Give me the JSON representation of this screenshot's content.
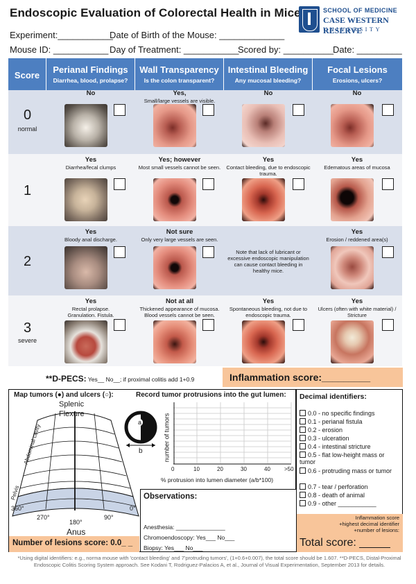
{
  "header": {
    "title": "Endoscopic Evaluation of Colorectal Health in Mice*",
    "logo_school": "SCHOOL OF MEDICINE",
    "logo_name": "CASE WESTERN RESERVE",
    "logo_univ": "UNIVERSITY"
  },
  "fields": {
    "experiment": "Experiment:___________",
    "dob": "Date of Birth of the Mouse: _____________",
    "mouse_id": "Mouse ID: ___________",
    "day": "Day of Treatment: ___________",
    "scored_by": "Scored by: __________",
    "date": "Date: _________"
  },
  "grid": {
    "score_header": "Score",
    "columns": [
      {
        "title": "Perianal Findings",
        "sub": "Diarrhea, blood, prolapse?"
      },
      {
        "title": "Wall Transparency",
        "sub": "Is the colon transparent?"
      },
      {
        "title": "Intestinal Bleeding",
        "sub": "Any mucosal bleeding?"
      },
      {
        "title": "Focal Lesions",
        "sub": "Erosions, ulcers?"
      }
    ],
    "rows": [
      {
        "score": "0",
        "label": "normal",
        "cells": [
          {
            "head": "No",
            "desc": ""
          },
          {
            "head": "Yes,",
            "desc": "Small/large vessels are visible."
          },
          {
            "head": "No",
            "desc": ""
          },
          {
            "head": "No",
            "desc": ""
          }
        ]
      },
      {
        "score": "1",
        "label": "",
        "cells": [
          {
            "head": "Yes",
            "desc": "Diarrhea/fecal clumps"
          },
          {
            "head": "Yes; however",
            "desc": "Most small vessels cannot be seen."
          },
          {
            "head": "Yes",
            "desc": "Contact bleeding, due to endoscopic trauma."
          },
          {
            "head": "Yes",
            "desc": "Edematous areas of mucosa"
          }
        ]
      },
      {
        "score": "2",
        "label": "",
        "cells": [
          {
            "head": "Yes",
            "desc": "Bloody anal discharge."
          },
          {
            "head": "Not sure",
            "desc": "Only very large vessels are seen."
          },
          {
            "head": "",
            "desc": "Note that lack of lubricant or excessive endoscopic manipulation can cause contact bleeding in healthy mice."
          },
          {
            "head": "Yes",
            "desc": "Erosion / reddened area(s)"
          }
        ]
      },
      {
        "score": "3",
        "label": "severe",
        "cells": [
          {
            "head": "Yes",
            "desc": "Rectal prolapse. Granulation. Fistula."
          },
          {
            "head": "Not at all",
            "desc": "Thickened appearance of mucosa. Blood vessels cannot be seen."
          },
          {
            "head": "Yes",
            "desc": "Spontaneous bleeding, not due to endoscopic trauma."
          },
          {
            "head": "Yes",
            "desc": "Ulcers (often with white material) / Stricture"
          }
        ]
      }
    ]
  },
  "pecs": {
    "main": "**D-PECS:",
    "text": " Yes__ No__; if proximal colitis add 1+0.9"
  },
  "inflammation": "Inflammation score:_________",
  "map": {
    "title": "Map tumors (●) and ulcers (○):",
    "splenic": "Splenic",
    "flexure": "Flexure",
    "abdominal": "Abdominal cavity",
    "pelvis": "Pelvis",
    "deg_360": "360°",
    "deg_270": "270°",
    "deg_180": "180°",
    "deg_90": "90°",
    "deg_0": "0°",
    "anus": "Anus"
  },
  "protrusion": {
    "title": "Record tumor protrusions into the gut lumen:",
    "ylabel": "number of tumors",
    "xlabel": "% protrusion into lumen diameter (a/b*100)",
    "ticks": [
      "0",
      "10",
      "20",
      "30",
      "40",
      ">50"
    ],
    "label_a": "a",
    "label_b": "b"
  },
  "observations": {
    "title": "Observations:",
    "anesthesia": "Anesthesia: _______________",
    "chromo": "Chromoendoscopy: Yes___ No___",
    "biopsy": "Biopsy: Yes___ No___"
  },
  "lesions": "Number of lesions score: 0.0_ _",
  "decimal": {
    "title": "Decimal identifiers:",
    "items": [
      "0.0 - no specific findings",
      "0.1 - perianal fistula",
      "0.2 - erosion",
      "0.3 - ulceration",
      "0.4 - intestinal stricture",
      "0.5 - flat low-height mass or tumor",
      "0.6 - protruding mass or tumor",
      "0.7 - tear / perforation",
      "0.8 - death of animal",
      "0.9 - other ___________"
    ]
  },
  "total": {
    "l1": "Inflammation score",
    "l2": "+highest decimal identifier",
    "l3": "+number of lesions:",
    "label": "Total score: _____"
  },
  "footer": "*Using digital identifiers: e.g., norma mouse with 'contact bleeding' and 7'protruding tumors', (1+0.6+0.007), the total score should be 1.607. **D-PECS, Distal-Proximal Endoscopic Colitis Scoring System approach. See Kodani T, Rodriguez-Palacios A, et al., Journal of Visual Experimentation, September 2013 for details."
}
